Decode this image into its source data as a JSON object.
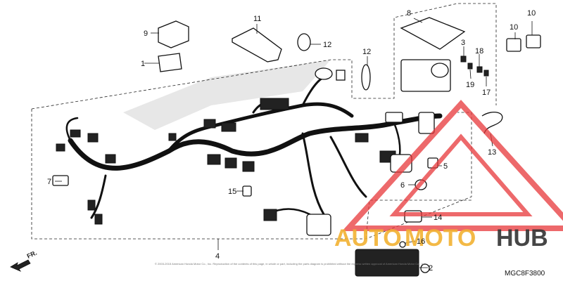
{
  "diagram": {
    "callouts": [
      "1",
      "2",
      "3",
      "4",
      "5",
      "6",
      "7",
      "8",
      "9",
      "10",
      "10",
      "11",
      "12",
      "12",
      "13",
      "14",
      "15",
      "16",
      "17",
      "18",
      "19"
    ],
    "direction_label": "FR.",
    "diagram_code": "MGC8F3800",
    "copyright_text": "© 2003-2015 American Honda Motor Co., Inc. Reproduction of the contents of this page, in whole or part, including the parts diagram is prohibited without the express written approval of American Honda Motor Co., Inc."
  },
  "watermark": {
    "brand_part1": "AUTO",
    "brand_part2": "MOTO",
    "brand_part3": "HUB",
    "color_orange": "#f2b233",
    "color_dark": "#333333",
    "color_triangle": "#e8383a"
  }
}
